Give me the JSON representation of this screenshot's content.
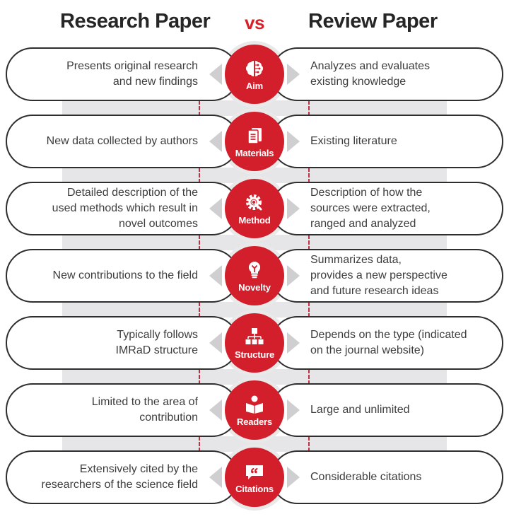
{
  "header": {
    "left_title": "Research Paper",
    "vs": "vs",
    "right_title": "Review Paper"
  },
  "colors": {
    "accent": "#d31f2b",
    "band": "#e6e6e8",
    "title": "#262626",
    "text": "#3d3d3d"
  },
  "rows": [
    {
      "category": "Aim",
      "icon": "brain-icon",
      "research": "Presents original research\nand new findings",
      "review": "Analyzes and evaluates\nexisting knowledge"
    },
    {
      "category": "Materials",
      "icon": "documents-icon",
      "research": "New data collected by authors",
      "review": "Existing literature"
    },
    {
      "category": "Method",
      "icon": "gear-magnifier-icon",
      "research": "Detailed description of the\nused methods which result in\nnovel outcomes",
      "review": "Description of how the\nsources were extracted,\nranged and analyzed"
    },
    {
      "category": "Novelty",
      "icon": "lightbulb-icon",
      "research": "New contributions to the field",
      "review": "Summarizes data,\nprovides a new perspective\nand future research ideas"
    },
    {
      "category": "Structure",
      "icon": "hierarchy-icon",
      "research": "Typically follows\nIMRaD structure",
      "review": "Depends on the type (indicated\non the journal website)"
    },
    {
      "category": "Readers",
      "icon": "reader-book-icon",
      "research": "Limited to the area of\ncontribution",
      "review": "Large and unlimited"
    },
    {
      "category": "Citations",
      "icon": "quote-bubble-icon",
      "research": "Extensively cited by the\nresearchers of the science field",
      "review": "Considerable citations"
    }
  ]
}
